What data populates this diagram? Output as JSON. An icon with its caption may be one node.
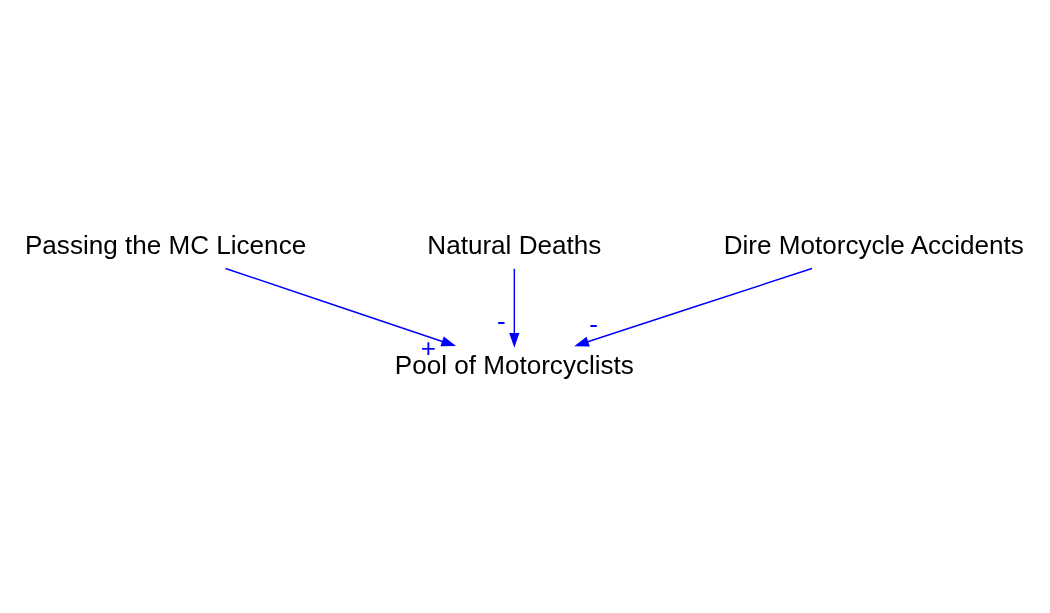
{
  "diagram": {
    "nodes": [
      {
        "text": [
          "Passing the MC Licence"
        ]
      },
      {
        "text": [
          "Pool of Motorcyclists"
        ]
      },
      {
        "text": [
          "Natural Deaths"
        ]
      },
      {
        "text": [
          "Dire Motorcycle Accidents"
        ]
      }
    ],
    "edges": [
      {
        "from": 0,
        "to": 1,
        "arrow": "to",
        "label": "+"
      },
      {
        "from": 2,
        "to": 1,
        "arrow": "to",
        "label": "-"
      },
      {
        "from": 3,
        "to": 1,
        "arrow": "to",
        "label": "-"
      }
    ]
  }
}
